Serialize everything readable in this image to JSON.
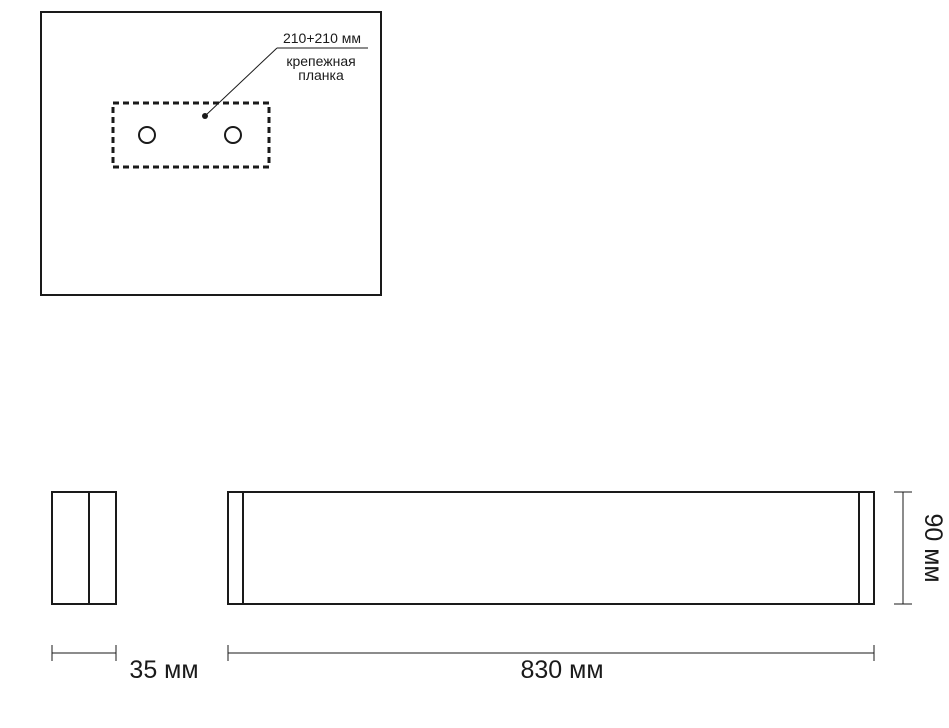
{
  "callout": {
    "size_label": "210+210 мм",
    "name_line1": "крепежная",
    "name_line2": "планка"
  },
  "dimensions": {
    "depth_label": "35 мм",
    "length_label": "830 мм",
    "height_label": "90 мм"
  }
}
